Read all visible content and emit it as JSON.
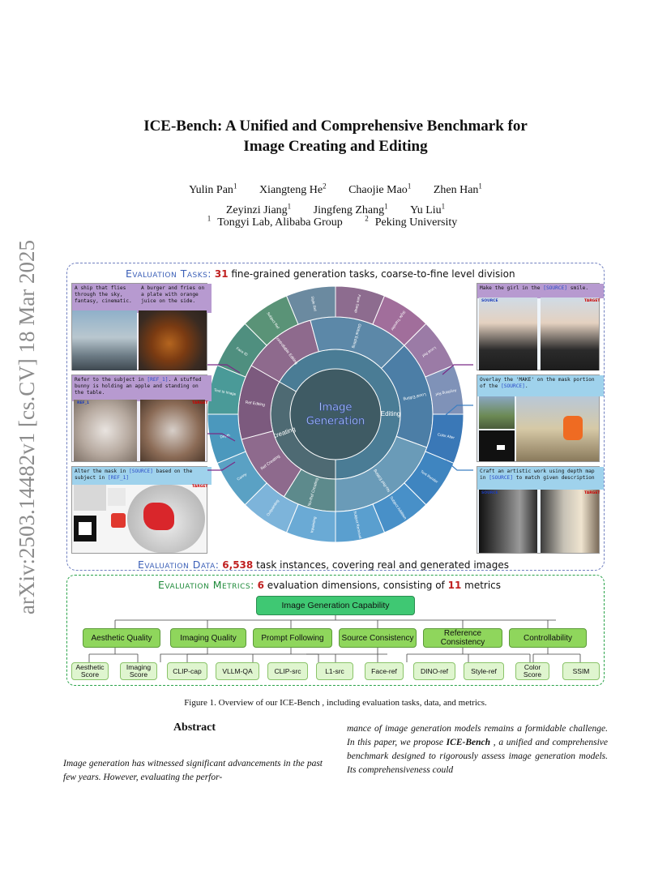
{
  "arxiv_stamp": "arXiv:2503.14482v1  [cs.CV]  18 Mar 2025",
  "title_line1": "ICE-Bench: A Unified and Comprehensive Benchmark for",
  "title_line2": "Image Creating and Editing",
  "authors": [
    {
      "name": "Yulin Pan",
      "aff": "1"
    },
    {
      "name": "Xiangteng He",
      "aff": "2"
    },
    {
      "name": "Chaojie Mao",
      "aff": "1"
    },
    {
      "name": "Zhen Han",
      "aff": "1"
    },
    {
      "name": "Zeyinzi Jiang",
      "aff": "1"
    },
    {
      "name": "Jingfeng Zhang",
      "aff": "1"
    },
    {
      "name": "Yu Liu",
      "aff": "1"
    }
  ],
  "affiliations": [
    {
      "num": "1",
      "name": "Tongyi Lab, Alibaba Group"
    },
    {
      "num": "2",
      "name": "Peking University"
    }
  ],
  "figure": {
    "tasks_header": {
      "label": "Evaluation Tasks:",
      "num": "31",
      "rest": " fine-grained generation tasks,  coarse-to-fine level division"
    },
    "data_header": {
      "label": "Evaluation Data:",
      "num": "6,538",
      "rest": " task instances,  covering real and generated images"
    },
    "metrics_header": {
      "label": "Evaluation Metrics:",
      "num": "6",
      "mid": " evaluation dimensions, consisting of ",
      "num2": "11",
      "rest": " metrics"
    },
    "sunburst": {
      "center_line1": "Image",
      "center_line2": "Generation",
      "ring1": [
        "Creating",
        "Editing"
      ],
      "ring2": [
        "No-Ref Creating",
        "Ref Creating",
        "Ref Editing",
        "Controllable Editing",
        "Global Editing",
        "Local Editing",
        "No-Ref Editing"
      ],
      "ring3_left": [
        "Text to Image",
        "Face ID",
        "Subject Ref",
        "Style Ref",
        "Face Swap",
        "Style Transfer",
        "Local Ref",
        "Anything Ref"
      ],
      "ring3_right": [
        "Color Alter",
        "Text Render",
        "Subject Addition",
        "Subject Removal",
        "Inpainting",
        "Outpainting",
        "Canny",
        "Depth"
      ]
    },
    "panels": {
      "p1a": "A ship that flies through the sky, fantasy, cinematic.",
      "p1b": "A burger and fries on a plate with orange juice on the side.",
      "p2": "Refer to the subject in ",
      "p2_ref": "[REF_1]",
      "p2_rest": ". A stuffed bunny is holding an apple and standing on the table.",
      "p3": "Alter the mask in ",
      "p3_src": "[SOURCE]",
      "p3_mid": " based on the subject in ",
      "p3_ref": "[REF_1]",
      "p4": "Make the girl in the ",
      "p4_src": "[SOURCE]",
      "p4_rest": " smile.",
      "p5": "Overlay the 'MAKE' on the mask portion of the ",
      "p5_src": "[SOURCE]",
      "p5_rest": ".",
      "p6": "Craft an artistic work using depth map in ",
      "p6_src": "[SOURCE]",
      "p6_rest": " to match given description",
      "tag_ref": "REF_1",
      "tag_target": "TARGET",
      "tag_source": "SOURCE"
    },
    "metrics_tree": {
      "root": "Image Generation Capability",
      "dimensions": [
        "Aesthetic Quality",
        "Imaging Quality",
        "Prompt Following",
        "Source Consistency",
        "Reference Consistency",
        "Controllability"
      ],
      "metrics": [
        "Aesthetic Score",
        "Imaging Score",
        "CLIP-cap",
        "VLLM-QA",
        "CLIP-src",
        "L1-src",
        "Face-ref",
        "DINO-ref",
        "Style-ref",
        "Color Score",
        "SSIM"
      ]
    },
    "caption": "Figure 1. Overview of our ICE-Bench , including evaluation tasks, data, and metrics."
  },
  "abstract": {
    "heading": "Abstract",
    "left": "Image generation has witnessed significant advancements in the past few years.  However, evaluating the perfor-",
    "right_pre": "mance of image generation models remains a formidable challenge. In this paper, we propose ",
    "right_bold": "ICE-Bench",
    "right_post": " , a unified and comprehensive benchmark designed to rigorously assess image generation models. Its comprehensiveness could"
  },
  "colors": {
    "tasks_border": "#7180c0",
    "metrics_border": "#2aa34a",
    "highlight_number": "#c02020"
  }
}
